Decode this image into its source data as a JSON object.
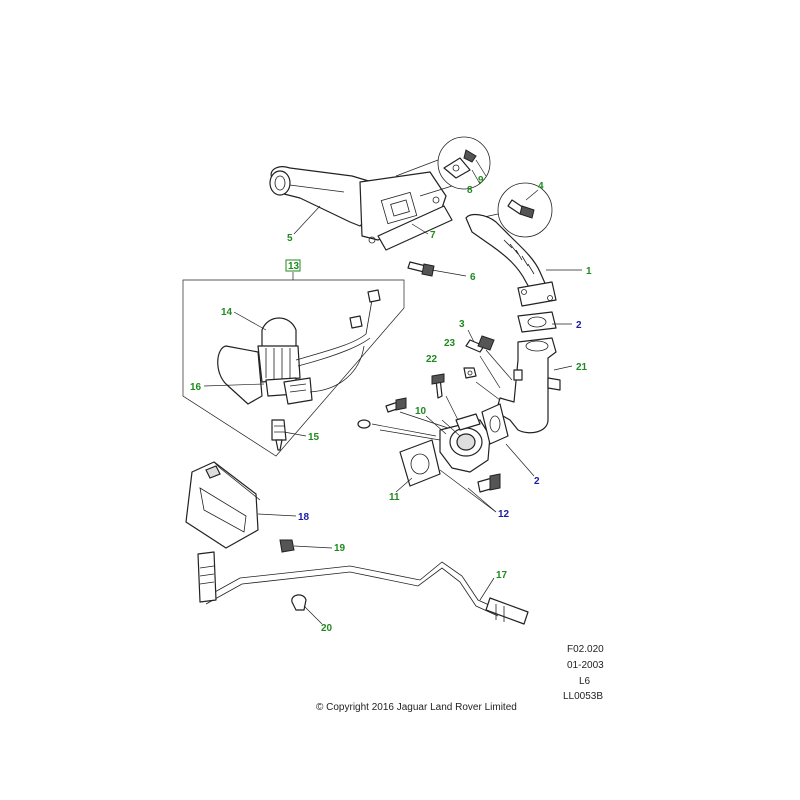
{
  "callouts": {
    "c1": "1",
    "c2a": "2",
    "c2b": "2",
    "c3": "3",
    "c4": "4",
    "c5": "5",
    "c6": "6",
    "c7": "7",
    "c8": "8",
    "c9": "9",
    "c10": "10",
    "c11": "11",
    "c12": "12",
    "c13": "13",
    "c14": "14",
    "c15": "15",
    "c16": "16",
    "c17": "17",
    "c18": "18",
    "c19": "19",
    "c20": "20",
    "c21": "21",
    "c22": "22",
    "c23": "23"
  },
  "reference": {
    "figure": "F02.020",
    "date": "01-2003",
    "engine": "L6",
    "code": "LL0053B",
    "copyright": "© Copyright 2016 Jaguar Land Rover Limited"
  },
  "colors": {
    "green_label": "#1f8a1f",
    "blue_label": "#1a1aa6",
    "line": "#222222"
  }
}
